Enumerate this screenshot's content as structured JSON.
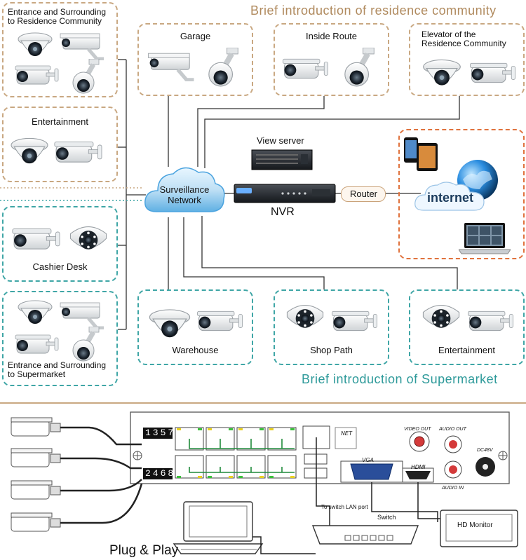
{
  "titles": {
    "residence": "Brief introduction of residence community",
    "supermarket": "Brief introduction of Supermarket"
  },
  "boxes": {
    "entrance_residence": "Entrance and Surrounding\nto Residence Community",
    "entertainment_res": "Entertainment",
    "cashier": "Cashier Desk",
    "entrance_supermarket": "Entrance and Surrounding\nto Supermarket",
    "garage": "Garage",
    "inside_route": "Inside Route",
    "elevator": "Elevator of the\nResidence Community",
    "warehouse": "Warehouse",
    "shop_path": "Shop Path",
    "entertainment_sup": "Entertainment"
  },
  "center": {
    "cloud": "Surveillance\nNetwork",
    "view_server": "View server",
    "nvr": "NVR",
    "router": "Router",
    "internet": "internet"
  },
  "panel": {
    "ports_top": "1357",
    "ports_bottom": "2468",
    "net": "NET",
    "vga": "VGA",
    "hdmi": "HDMI",
    "video_out": "VIDEO OUT",
    "audio_out": "AUDIO OUT",
    "audio_in": "AUDIO IN",
    "dc": "DC48V",
    "switch_lan": "To switch LAN port",
    "switch": "Switch",
    "monitor": "HD Monitor",
    "plug": "Plug & Play"
  },
  "colors": {
    "residence": "#c9a882",
    "supermarket": "#3fa6a6",
    "internet_box": "#e0733e",
    "title_res": "#b08a5e",
    "title_sup": "#2e9a9a",
    "cloud": "#4aa3df"
  }
}
